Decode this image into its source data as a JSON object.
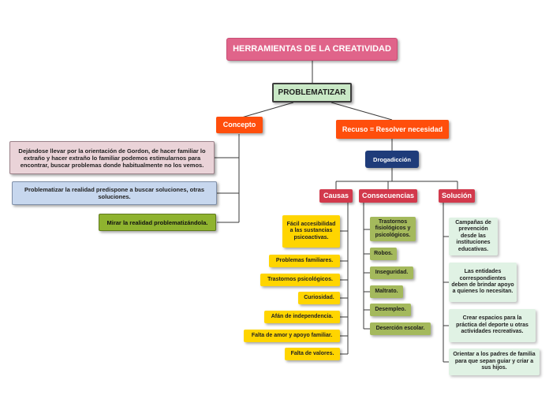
{
  "title": "HERRAMIENTAS DE LA CREATIVIDAD",
  "problem": "PROBLEMATIZAR",
  "concepto": {
    "label": "Concepto",
    "items": [
      "Dejándose llevar por la orientación de Gordon, de hacer familiar lo extraño y hacer extraño lo familiar podemos estimularnos para encontrar, buscar problemas donde habitualmente no los vemos.",
      "Problematizar la realidad predispone a buscar soluciones, otras soluciones.",
      "Mirar la realidad problematizándola."
    ]
  },
  "recurso": {
    "label": "Recuso = Resolver necesidad",
    "topic": "Drogadicción",
    "causas": {
      "label": "Causas",
      "items": [
        "Fácil accesibilidad a las sustancias psicoactivas.",
        "Problemas familiares.",
        "Trastornos psicológicos.",
        "Curiosidad.",
        "Afán de independencia.",
        "Falta de amor y apoyo familiar.",
        "Falta de valores."
      ]
    },
    "consecuencias": {
      "label": "Consecuencias",
      "items": [
        "Trastornos fisiológicos y psicológicos.",
        "Robos.",
        "Inseguridad.",
        "Maltrato.",
        "Desempleo.",
        "Deserción escolar."
      ]
    },
    "solucion": {
      "label": "Solución",
      "items": [
        "Campañas de prevención desde las instituciones educativas.",
        "Las entidades correspondientes deben de brindar apoyo a quienes lo necesitan.",
        "Crear espacios para la práctica del deporte u otras actividades recreativas.",
        "Orientar a los padres de familia para que sepan guiar y criar a sus hijos."
      ]
    }
  }
}
